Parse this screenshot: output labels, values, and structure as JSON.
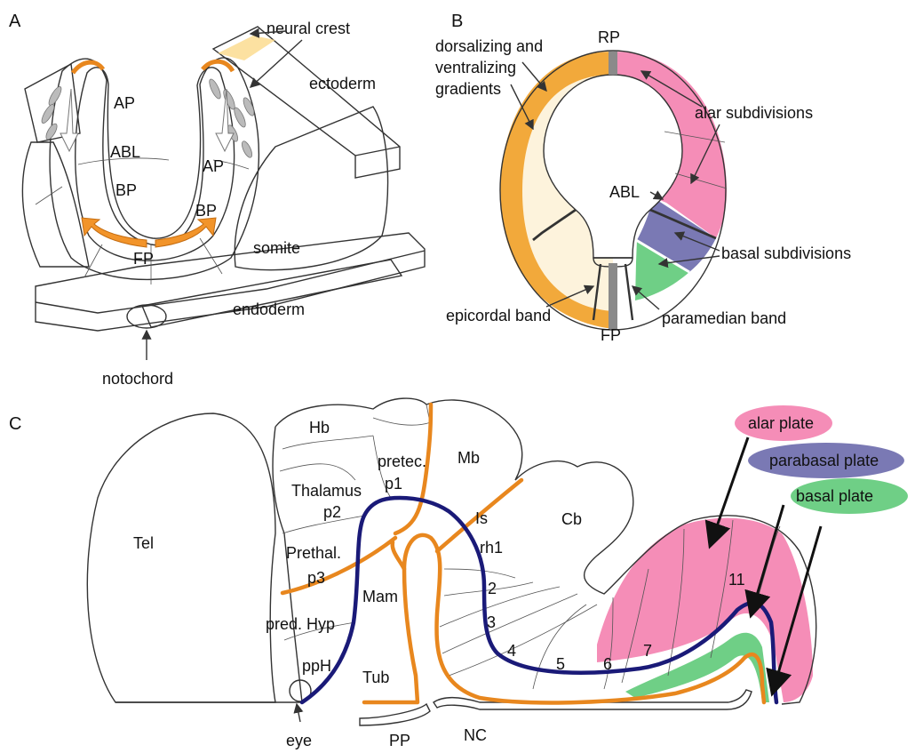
{
  "colors": {
    "alar": "#f58db7",
    "parabasal": "#7a79b4",
    "basal": "#6fcf86",
    "gradient_orange": "#f2a93b",
    "gradient_cream": "#fdf3dc",
    "roof_floor": "#8a8a8a",
    "orange_line": "#e8871e",
    "navy_line": "#1a1a78",
    "crest_yellow": "#fbd98a"
  },
  "panel_a": {
    "letter": "A",
    "neural_crest": "neural crest",
    "ectoderm": "ectoderm",
    "ap_left": "AP",
    "abl": "ABL",
    "bp_left": "BP",
    "ap_right": "AP",
    "bp_right": "BP",
    "fp": "FP",
    "somite": "somite",
    "endoderm": "endoderm",
    "notochord": "notochord"
  },
  "panel_b": {
    "letter": "B",
    "gradients_line1": "dorsalizing and",
    "gradients_line2": "ventralizing",
    "gradients_line3": "gradients",
    "rp": "RP",
    "alar_subdivisions": "alar subdivisions",
    "abl": "ABL",
    "basal_subdivisions": "basal subdivisions",
    "epicordal_band": "epicordal band",
    "fp": "FP",
    "paramedian_band": "paramedian band"
  },
  "panel_c": {
    "letter": "C",
    "tel": "Tel",
    "hb": "Hb",
    "thalamus": "Thalamus",
    "p2": "p2",
    "pretec": "pretec.",
    "p1": "p1",
    "mb": "Mb",
    "cb": "Cb",
    "prethal": "Prethal.",
    "p3": "p3",
    "mam": "Mam",
    "is": "Is",
    "rh1": "rh1",
    "pred_hyp": "pred. Hyp",
    "pph": "ppH",
    "tub": "Tub",
    "eye": "eye",
    "pp": "PP",
    "nc": "NC",
    "rhombomeres": [
      "2",
      "3",
      "4",
      "5",
      "6",
      "7",
      "11"
    ],
    "legend": {
      "alar": "alar plate",
      "parabasal": "parabasal plate",
      "basal": "basal plate"
    }
  }
}
